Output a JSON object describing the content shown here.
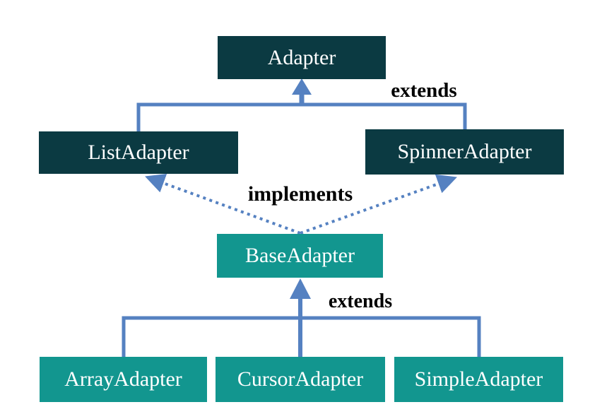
{
  "diagram": {
    "description": "Android Adapter interface/class hierarchy diagram",
    "nodes": {
      "adapter": {
        "label": "Adapter"
      },
      "list_adapter": {
        "label": "ListAdapter"
      },
      "spinner_adapter": {
        "label": "SpinnerAdapter"
      },
      "base_adapter": {
        "label": "BaseAdapter"
      },
      "array_adapter": {
        "label": "ArrayAdapter"
      },
      "cursor_adapter": {
        "label": "CursorAdapter"
      },
      "simple_adapter": {
        "label": "SimpleAdapter"
      }
    },
    "edges": {
      "extends_top": {
        "label": "extends",
        "style": "solid",
        "from": [
          "ListAdapter",
          "SpinnerAdapter"
        ],
        "to": "Adapter"
      },
      "implements": {
        "label": "implements",
        "style": "dotted",
        "from": [
          "BaseAdapter"
        ],
        "to": [
          "ListAdapter",
          "SpinnerAdapter"
        ]
      },
      "extends_bottom": {
        "label": "extends",
        "style": "solid",
        "from": [
          "ArrayAdapter",
          "CursorAdapter",
          "SimpleAdapter"
        ],
        "to": "BaseAdapter"
      }
    },
    "colors": {
      "dark_node_fill": "#0b3a42",
      "teal_node_fill": "#12968f",
      "connector_blue": "#5581c1",
      "node_text": "#ffffff",
      "edge_label_text": "#000000",
      "background": "#ffffff"
    }
  }
}
